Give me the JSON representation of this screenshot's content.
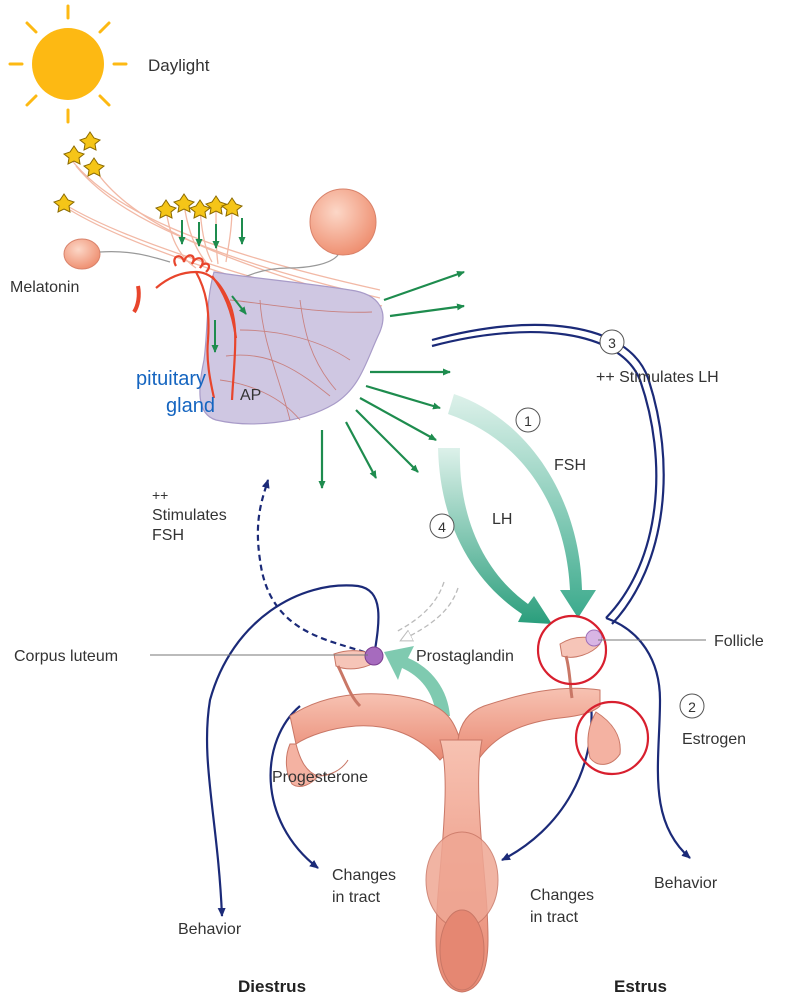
{
  "labels": {
    "daylight": "Daylight",
    "melatonin": "Melatonin",
    "pituitary_line1": "pituitary",
    "pituitary_line2": "gland",
    "ap": "AP",
    "stimulates_fsh_line1": "++",
    "stimulates_fsh_line2": "Stimulates",
    "stimulates_fsh_line3": "FSH",
    "step1": "1",
    "step2": "2",
    "step3": "3",
    "step4": "4",
    "stimulates_lh": "++ Stimulates LH",
    "fsh": "FSH",
    "lh": "LH",
    "corpus_luteum": "Corpus luteum",
    "prostaglandin": "Prostaglandin",
    "follicle": "Follicle",
    "estrogen": "Estrogen",
    "progesterone": "Progesterone",
    "changes_left_line1": "Changes",
    "changes_left_line2": "in tract",
    "changes_right_line1": "Changes",
    "changes_right_line2": "in tract",
    "behavior_left": "Behavior",
    "behavior_right": "Behavior",
    "diestrus": "Diestrus",
    "estrus": "Estrus"
  },
  "colors": {
    "sun": "#FDB913",
    "navy_arrow": "#1B2A78",
    "green_arrow": "#1E8C4E",
    "hormone_arrow": "#3BAA8C",
    "nerve_red": "#E8452C",
    "pituitary_fill": "#CFC7E2",
    "gland_pink": "#F4A98C",
    "uterus_pink": "#F2A594",
    "follicle_ring": "#D81F2E",
    "corpus_luteum": "#A66BBE",
    "pituitary_text": "#1565C0"
  }
}
